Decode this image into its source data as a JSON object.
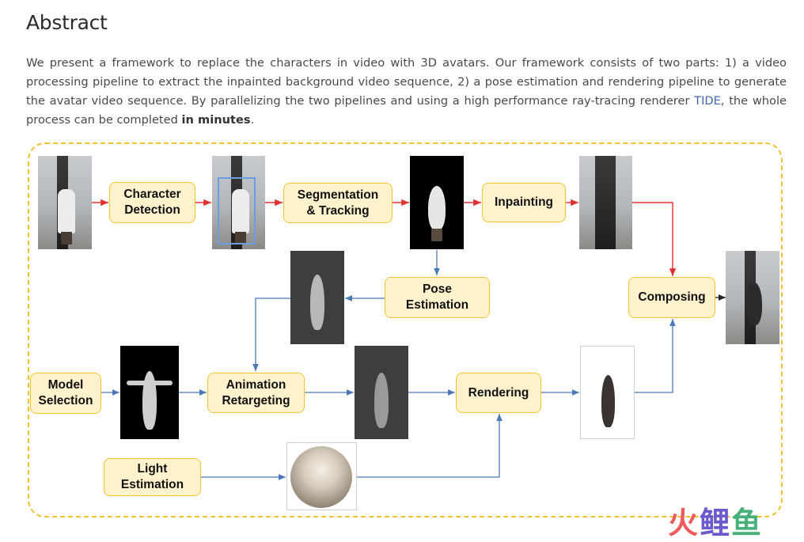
{
  "heading": "Abstract",
  "abstract": {
    "part1": "We present a framework to replace the characters in video with 3D avatars. Our framework consists of two parts: 1) a video processing pipeline to extract the inpainted background video sequence, 2) a pose estimation and rendering pipeline to generate the avatar video sequence. By parallelizing the two pipelines and using a high performance ray-tracing renderer ",
    "link": "TIDE",
    "part2": ", the whole process can be completed ",
    "bold": "in minutes",
    "part3": "."
  },
  "diagram": {
    "boxes": {
      "character_detection": "Character\nDetection",
      "segmentation_tracking": "Segmentation\n& Tracking",
      "inpainting": "Inpainting",
      "pose_estimation": "Pose\nEstimation",
      "composing": "Composing",
      "model_selection": "Model\nSelection",
      "animation_retargeting": "Animation\nRetargeting",
      "rendering": "Rendering",
      "light_estimation": "Light\nEstimation"
    },
    "colors": {
      "box_fill": "#fff2cc",
      "box_border": "#f4c430",
      "frame_border": "#f2c12e",
      "arrow_red": "#e03030",
      "arrow_blue": "#4a78b8"
    }
  },
  "watermark": {
    "c1": "火",
    "c2": "鲤",
    "c3": "鱼"
  }
}
